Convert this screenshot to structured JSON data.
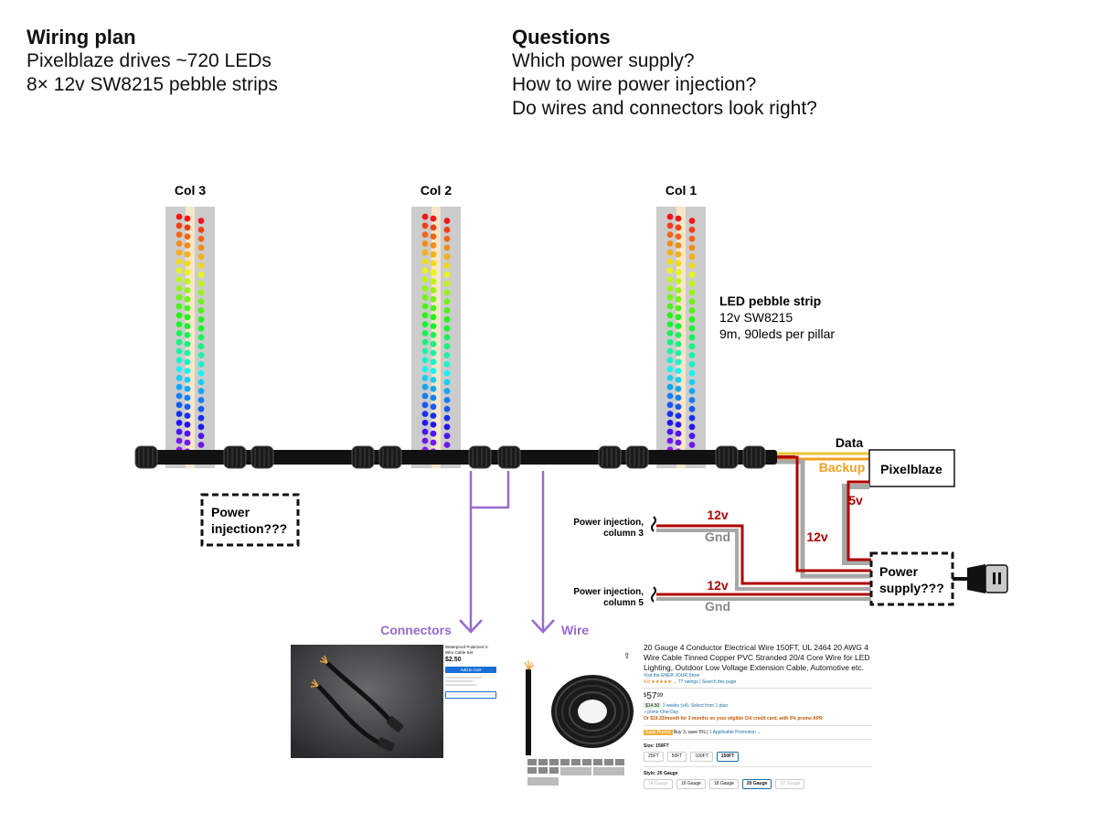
{
  "left_header": {
    "title": "Wiring plan",
    "lines": [
      "Pixelblaze drives ~720 LEDs",
      "8× 12v SW8215 pebble strips"
    ]
  },
  "right_header": {
    "title": "Questions",
    "lines": [
      "Which power supply?",
      "How to wire power injection?",
      "Do wires and connectors look right?"
    ]
  },
  "columns": [
    {
      "label": "Col 3"
    },
    {
      "label": "Col 2"
    },
    {
      "label": "Col 1"
    }
  ],
  "strip_info": {
    "title": "LED pebble strip",
    "line1": "12v SW8215",
    "line2": "9m, 90leds per pillar"
  },
  "labels": {
    "data": "Data",
    "backup": "Backup",
    "pixelblaze": "Pixelblaze",
    "v5": "5v",
    "v12_main": "12v",
    "power_supply_1": "Power",
    "power_supply_2": "supply???",
    "power_injection_1": "Power",
    "power_injection_2": "injection???",
    "inj_col3_1": "Power injection,",
    "inj_col3_2": "column 3",
    "inj_col5_1": "Power injection,",
    "inj_col5_2": "column 5",
    "v12_a": "12v",
    "gnd_a": "Gnd",
    "v12_b": "12v",
    "gnd_b": "Gnd",
    "connectors": "Connectors",
    "wire": "Wire"
  },
  "connector_product": {
    "title": "Waterproof Polarized 4-Wire Cable Set",
    "price": "$2.50",
    "button": "Add to Cart"
  },
  "wire_product": {
    "title": "20 Gauge 4 Conductor Electrical Wire 150FT, UL 2464 20 AWG 4 Wire Cable Tinned Copper PVC Stranded 20/4 Core Wire for LED Lighting, Outdoor Low Voltage Extension Cable, Automotive etc.",
    "store": "Visit the ENER JOUR Store",
    "rating": "4.8 ★★★★★ ⌄",
    "ratings_count": "77 ratings",
    "search_page": "Search this page",
    "price_dollars": "57",
    "price_cents": "99",
    "plan_price": "$14.50",
    "plan_text": "3 weeks (x4). Select from 1 plan",
    "prime": "✓prime One-Day",
    "credit": "Or $19.33/month for 3 months on your eligible Citi credit card, with 0% promo APR",
    "promo_badge": "Save Promo",
    "promo_text": "Buy 3, save 5%",
    "promo_link": "1 Applicable Promotion ⌄",
    "size_label": "Size: 150FT",
    "sizes": [
      "25FT",
      "50FT",
      "100FT",
      "150FT"
    ],
    "style_label": "Style: 20 Gauge",
    "styles": [
      "14 Gauge",
      "16 Gauge",
      "18 Gauge",
      "20 Gauge",
      "22 Gauge"
    ]
  },
  "colors": {
    "strip_bg": "#cccccc",
    "cable": "#111111",
    "power_red": "#b00000",
    "gnd_gray": "#a8a8a8",
    "data_yellow": "#f2c230",
    "backup_orange": "#f0a020",
    "annotation_purple": "#9a6ad0"
  }
}
